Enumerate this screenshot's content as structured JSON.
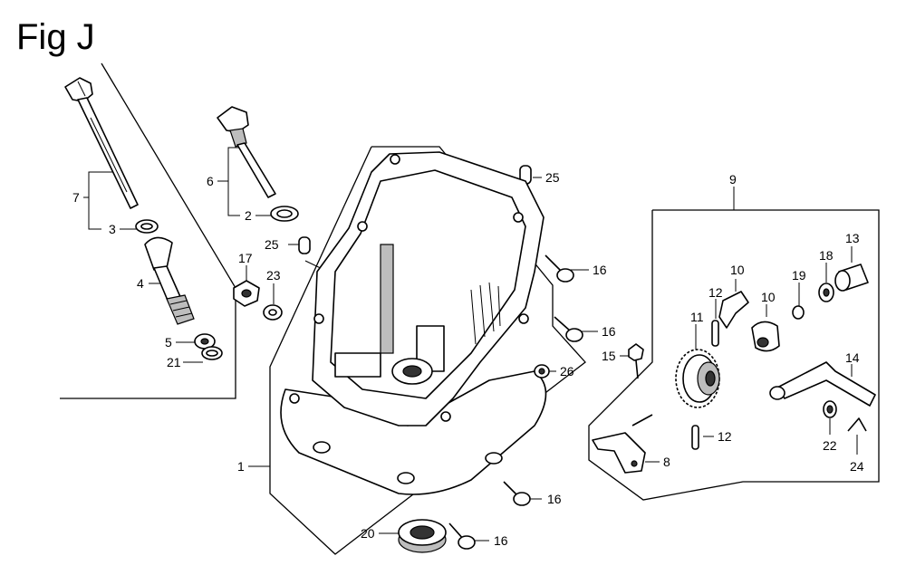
{
  "figure": {
    "title": "Fig J"
  },
  "callouts": {
    "c1": "1",
    "c2": "2",
    "c3": "3",
    "c4": "4",
    "c5": "5",
    "c6": "6",
    "c7": "7",
    "c8": "8",
    "c9": "9",
    "c10a": "10",
    "c10b": "10",
    "c11": "11",
    "c12a": "12",
    "c12b": "12",
    "c13": "13",
    "c14": "14",
    "c15": "15",
    "c16a": "16",
    "c16b": "16",
    "c16c": "16",
    "c16d": "16",
    "c17": "17",
    "c18": "18",
    "c19": "19",
    "c20": "20",
    "c21": "21",
    "c22": "22",
    "c23": "23",
    "c24": "24",
    "c25a": "25",
    "c25b": "25",
    "c26": "26"
  },
  "colors": {
    "line": "#000000",
    "background": "#ffffff",
    "shade": "#bdbdbd"
  }
}
